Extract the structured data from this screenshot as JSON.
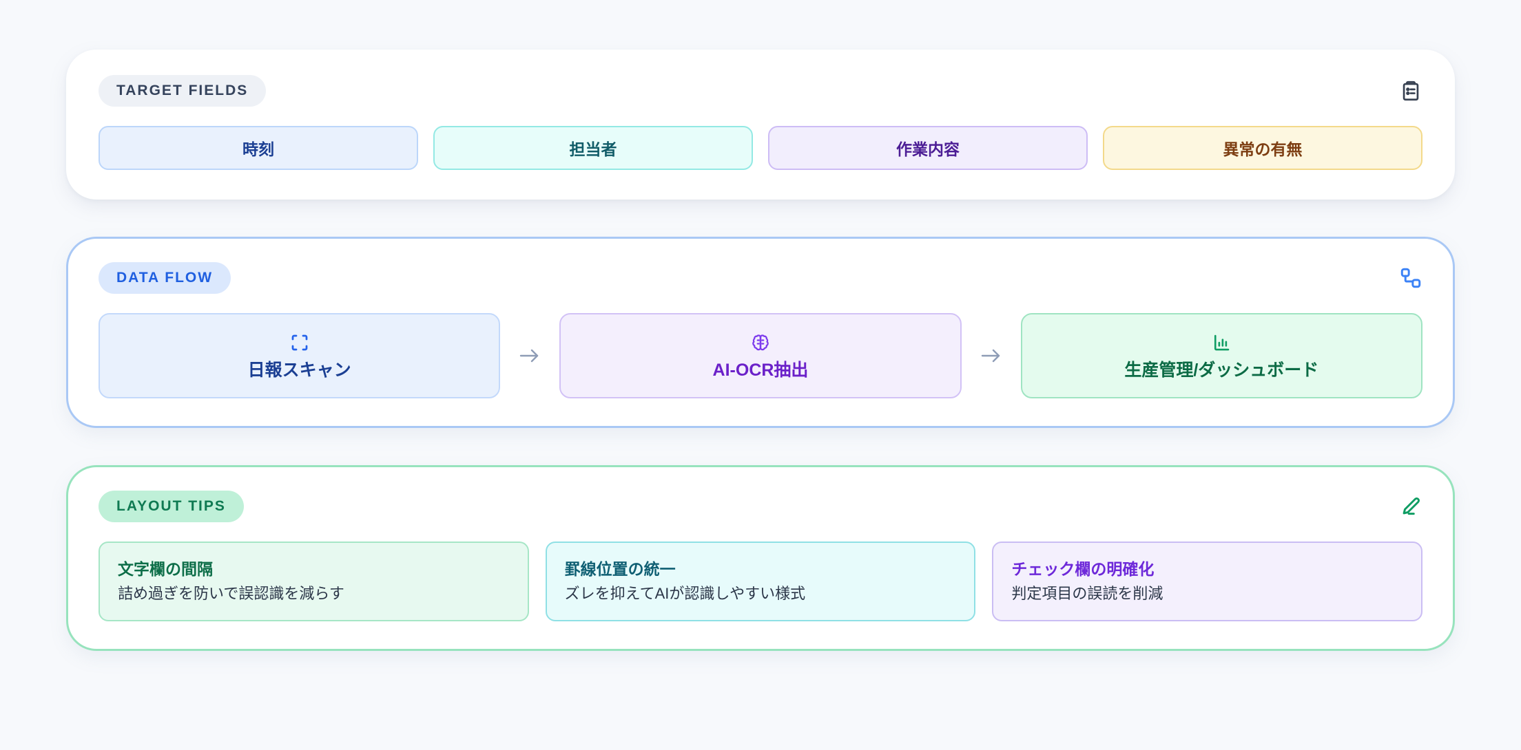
{
  "sections": {
    "target_fields": {
      "badge": "TARGET FIELDS",
      "icon": "clipboard-list-icon",
      "fields": [
        {
          "label": "時刻",
          "tone": "blue"
        },
        {
          "label": "担当者",
          "tone": "cyan"
        },
        {
          "label": "作業内容",
          "tone": "purple"
        },
        {
          "label": "異常の有無",
          "tone": "amber"
        }
      ]
    },
    "data_flow": {
      "badge": "DATA FLOW",
      "icon": "workflow-nodes-icon",
      "arrow": "→",
      "steps": [
        {
          "label": "日報スキャン",
          "icon": "scan-frame-icon",
          "tone": "blue"
        },
        {
          "label": "AI-OCR抽出",
          "icon": "brain-icon",
          "tone": "purple"
        },
        {
          "label": "生産管理/ダッシュボード",
          "icon": "bar-chart-icon",
          "tone": "green"
        }
      ]
    },
    "layout_tips": {
      "badge": "LAYOUT TIPS",
      "icon": "pencil-edit-icon",
      "tips": [
        {
          "title": "文字欄の間隔",
          "desc": "詰め過ぎを防いで誤認識を減らす",
          "tone": "green"
        },
        {
          "title": "罫線位置の統一",
          "desc": "ズレを抑えてAIが認識しやすい様式",
          "tone": "cyan"
        },
        {
          "title": "チェック欄の明確化",
          "desc": "判定項目の誤読を削減",
          "tone": "purple"
        }
      ]
    }
  },
  "colors": {
    "page_background": "#f7f9fc",
    "blue_accent": "#1f5fe0",
    "green_accent": "#0f7a52",
    "purple_accent": "#6b21c9",
    "amber_accent": "#7d3e12",
    "arrow": "#8e9cb6"
  }
}
